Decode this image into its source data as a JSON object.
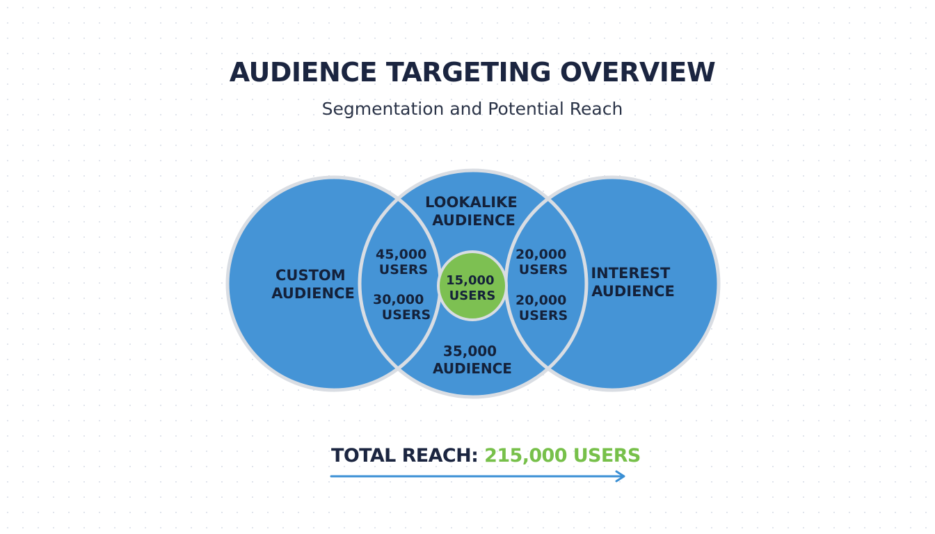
{
  "header": {
    "title": "AUDIENCE TARGETING OVERVIEW",
    "subtitle": "Segmentation and Potential Reach"
  },
  "venn": {
    "custom": {
      "line1": "CUSTOM",
      "line2": "AUDIENCE"
    },
    "lookalike": {
      "line1": "LOOKALIKE",
      "line2": "AUDIENCE"
    },
    "interest": {
      "line1": "INTEREST",
      "line2": "AUDIENCE"
    },
    "custom_lookalike_upper": {
      "line1": "45,000",
      "line2": "USERS"
    },
    "custom_lookalike_lower": {
      "line1": "30,000",
      "line2": "USERS"
    },
    "lookalike_interest_upper": {
      "line1": "20,000",
      "line2": "USERS"
    },
    "lookalike_interest_lower": {
      "line1": "20,000",
      "line2": "USERS"
    },
    "lookalike_bottom": {
      "line1": "35,000",
      "line2": "AUDIENCE"
    },
    "core": {
      "line1": "15,000",
      "line2": "USERS"
    }
  },
  "footer": {
    "label": "TOTAL REACH:",
    "value": "215,000 USERS"
  },
  "colors": {
    "circle_fill": "#4594d6",
    "circle_stroke": "#d9dde3",
    "core_fill": "#7dc052",
    "text_dark": "#1b2540",
    "accent_green": "#77c04a",
    "arrow_blue": "#3a8fd4"
  }
}
